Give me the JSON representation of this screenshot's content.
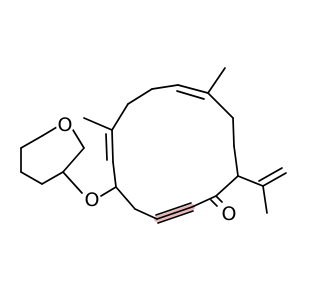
{
  "molecule": {
    "atoms": {
      "ring_oxygen": "O",
      "ether_oxygen": "O",
      "carbonyl_oxygen": "O"
    },
    "colors": {
      "bond": "#000000",
      "highlight": "#dfa5a5",
      "background": "#ffffff"
    }
  }
}
